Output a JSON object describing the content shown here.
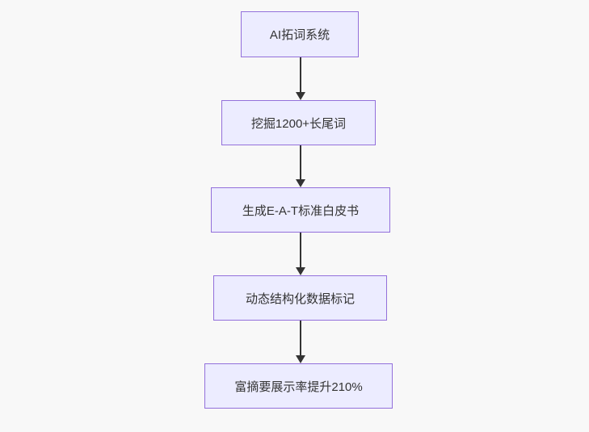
{
  "diagram": {
    "type": "flowchart",
    "direction": "top-down",
    "nodes": [
      {
        "id": "step-1",
        "label": "AI拓词系统"
      },
      {
        "id": "step-2",
        "label": "挖掘1200+长尾词"
      },
      {
        "id": "step-3",
        "label": "生成E-A-T标准白皮书"
      },
      {
        "id": "step-4",
        "label": "动态结构化数据标记"
      },
      {
        "id": "step-5",
        "label": "富摘要展示率提升210%"
      }
    ],
    "edges": [
      {
        "from": "step-1",
        "to": "step-2",
        "label": ""
      },
      {
        "from": "step-2",
        "to": "step-3",
        "label": ""
      },
      {
        "from": "step-3",
        "to": "step-4",
        "label": ""
      },
      {
        "from": "step-4",
        "to": "step-5",
        "label": ""
      }
    ]
  },
  "colors": {
    "canvas-bg": "#f8f8f8",
    "node-fill": "#ECECFF",
    "node-border": "#9370DB",
    "node-text": "#333333",
    "arrow": "#333333"
  }
}
